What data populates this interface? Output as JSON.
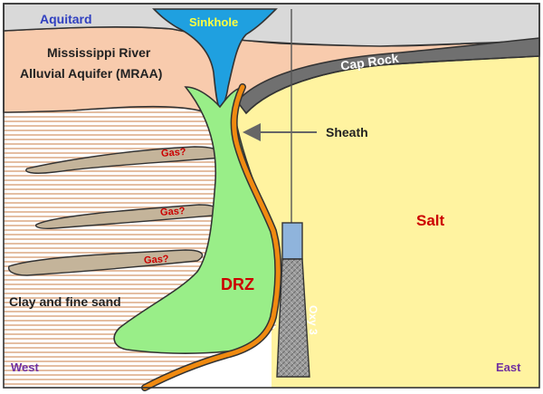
{
  "labels": {
    "aquitard": "Aquitard",
    "sinkhole": "Sinkhole",
    "aquifer_line1": "Mississippi River",
    "aquifer_line2": "Alluvial Aquifer (MRAA)",
    "cap_rock": "Cap Rock",
    "sheath": "Sheath",
    "gas1": "Gas?",
    "gas2": "Gas?",
    "gas3": "Gas?",
    "salt": "Salt",
    "drz": "DRZ",
    "clay": "Clay and fine sand",
    "well": "Oxy 3",
    "west": "West",
    "east": "East"
  },
  "colors": {
    "aquitard": "#d9d9d9",
    "aquifer": "#f8cbad",
    "sinkhole_water": "#1fa0e0",
    "cap_rock": "#707070",
    "salt": "#fff3a0",
    "drz": "#99ee88",
    "sheath": "#f08a10",
    "clay_lines": "#d9a27a",
    "gas_lens": "#c4b49a",
    "well_casing": "#8fb4dc",
    "well_hatch": "#a0a0a0",
    "label_blue": "#3040c0",
    "label_red": "#cc0000",
    "label_purple": "#7030a0",
    "label_dark": "#222222"
  },
  "icons": {
    "sheath_pointer": "left-arrow-icon"
  }
}
